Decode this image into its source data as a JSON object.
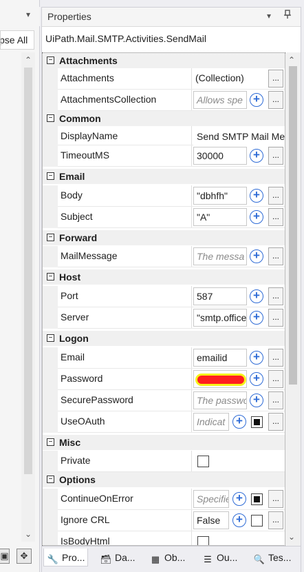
{
  "left_panel": {
    "collapse_label": "Collapse All",
    "collapse_visible": "pse All"
  },
  "header": {
    "title": "Properties",
    "chevron": "▾",
    "pin": "⊥"
  },
  "activity": "UiPath.Mail.SMTP.Activities.SendMail",
  "categories": {
    "attachments": "Attachments",
    "common": "Common",
    "email": "Email",
    "forward": "Forward",
    "host": "Host",
    "logon": "Logon",
    "misc": "Misc",
    "options": "Options"
  },
  "collapse_glyph": "−",
  "ellipsis": "...",
  "plus_glyph": "+",
  "props": {
    "attachments": {
      "name": "Attachments",
      "value": "(Collection)"
    },
    "attachments_collection": {
      "name": "AttachmentsCollection",
      "placeholder": "Allows spe"
    },
    "display_name": {
      "name": "DisplayName",
      "value": "Send SMTP Mail Message"
    },
    "timeout_ms": {
      "name": "TimeoutMS",
      "value": "30000"
    },
    "body": {
      "name": "Body",
      "value": "\"dbhfh\""
    },
    "subject": {
      "name": "Subject",
      "value": "\"A\""
    },
    "mail_message": {
      "name": "MailMessage",
      "placeholder": "The messa"
    },
    "port": {
      "name": "Port",
      "value": "587"
    },
    "server": {
      "name": "Server",
      "value": "\"smtp.office"
    },
    "email": {
      "name": "Email",
      "value": "emailid"
    },
    "password": {
      "name": "Password",
      "value": ""
    },
    "secure_password": {
      "name": "SecurePassword",
      "placeholder": "The passwo"
    },
    "use_oauth": {
      "name": "UseOAuth",
      "placeholder": "Indicat"
    },
    "private": {
      "name": "Private"
    },
    "continue_on_error": {
      "name": "ContinueOnError",
      "placeholder": "Specifie"
    },
    "ignore_crl": {
      "name": "Ignore CRL",
      "value": "False"
    },
    "is_body_html": {
      "name": "IsBodyHtml"
    }
  },
  "scroll": {
    "up": "⌃",
    "down": "⌄"
  },
  "tabs": [
    {
      "label": "Pro...",
      "icon": "wrench-icon"
    },
    {
      "label": "Da...",
      "icon": "data-icon"
    },
    {
      "label": "Ob...",
      "icon": "object-icon"
    },
    {
      "label": "Ou...",
      "icon": "outline-icon"
    },
    {
      "label": "Tes...",
      "icon": "test-icon"
    }
  ],
  "colors": {
    "accent": "#2e6bd6",
    "redaction": "#ff1f1f",
    "highlight": "#f6f21a"
  }
}
